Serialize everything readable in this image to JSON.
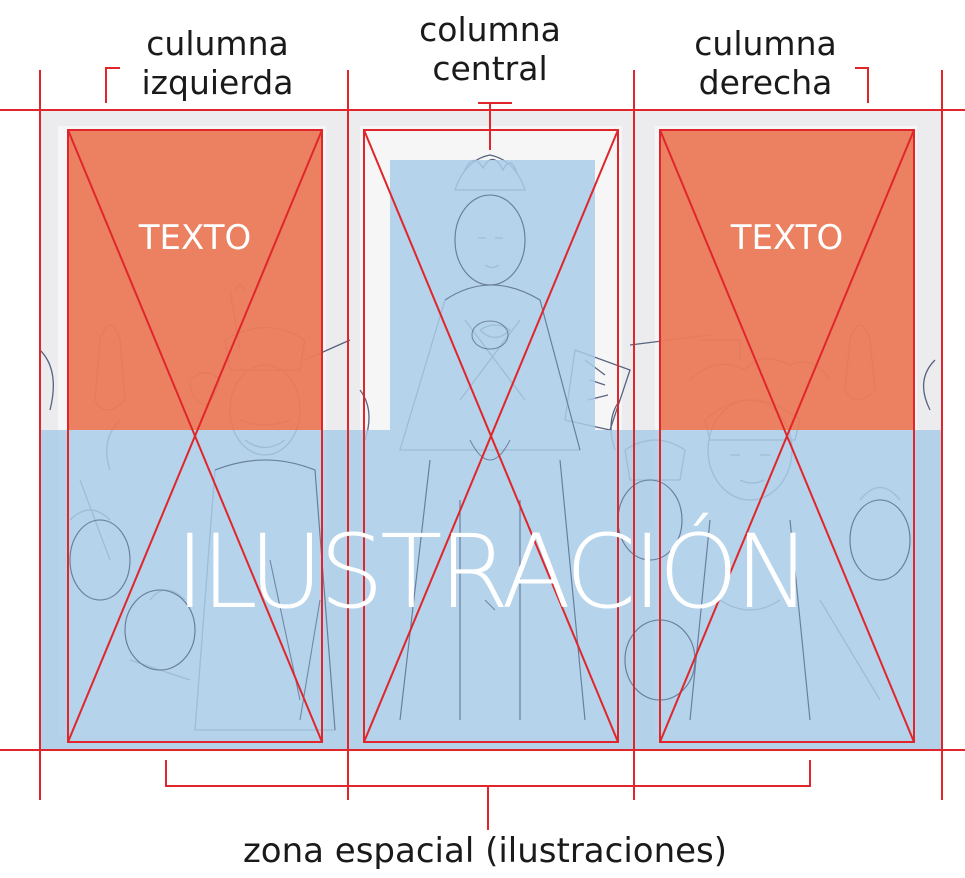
{
  "labels": {
    "left_column": [
      "culumna",
      "izquierda"
    ],
    "center_column": [
      "columna",
      "central"
    ],
    "right_column": [
      "culumna",
      "derecha"
    ],
    "spatial_zone": "zona espacial (ilustraciones)"
  },
  "blocks": {
    "left_text": "TEXTO",
    "right_text": "TEXTO",
    "illustration": "ILUSTRACIÓN"
  },
  "colors": {
    "grid_line": "#e0262a",
    "text_block": "#ea7c5b",
    "illustration_block": "#a9cde8",
    "sketch_stroke": "#3d4a6b",
    "page_margin": "#e9e9ec"
  },
  "icons": [
    "crowned-figure-sketch",
    "soldier-figure-sketch",
    "crowd-figures-sketch"
  ]
}
